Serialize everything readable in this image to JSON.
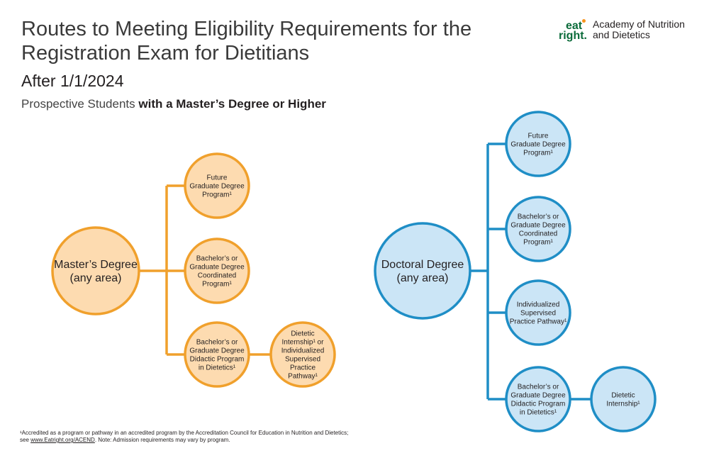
{
  "header": {
    "title": "Routes to Meeting Eligibility Requirements for the Registration Exam for Dietitians",
    "subtitle": "After 1/1/2024",
    "audience_prefix": "Prospective Students ",
    "audience_bold": "with a Master’s Degree or Higher"
  },
  "logo": {
    "mark_top": "eat",
    "mark_bottom": "right.",
    "name_line1": "Academy of Nutrition",
    "name_line2": "and Dietetics"
  },
  "colors": {
    "masters_stroke": "#f0a02c",
    "masters_fill": "#fddbb0",
    "doctoral_stroke": "#1f8ec6",
    "doctoral_fill": "#cbe5f6"
  },
  "masters": {
    "root": [
      "Master’s Degree",
      "(any area)"
    ],
    "routes": [
      [
        "Future",
        "Graduate Degree",
        "Program¹"
      ],
      [
        "Bachelor’s or",
        "Graduate Degree",
        "Coordinated",
        "Program¹"
      ],
      [
        "Bachelor’s or",
        "Graduate Degree",
        "Didactic Program",
        "in Dietetics¹"
      ]
    ],
    "followup": [
      "Dietetic",
      "Internship¹ or",
      "Individualized",
      "Supervised",
      "Practice",
      "Pathway¹"
    ]
  },
  "doctoral": {
    "root": [
      "Doctoral Degree",
      "(any area)"
    ],
    "routes": [
      [
        "Future",
        "Graduate Degree",
        "Program¹"
      ],
      [
        "Bachelor’s or",
        "Graduate Degree",
        "Coordinated",
        "Program¹"
      ],
      [
        "Individualized",
        "Supervised",
        "Practice Pathway¹"
      ],
      [
        "Bachelor’s or",
        "Graduate Degree",
        "Didactic Program",
        "in Dietetics¹"
      ]
    ],
    "followup": [
      "Dietetic",
      "Internship¹"
    ]
  },
  "footnote": {
    "line1": "¹Accredited as a program or pathway in an accredited program by the Accreditation Council for Education in Nutrition and Dietetics;",
    "line2_prefix": " see ",
    "link": "www.Eatright.org/ACEND",
    "line2_suffix": ". Note: Admission requirements may vary by program."
  }
}
